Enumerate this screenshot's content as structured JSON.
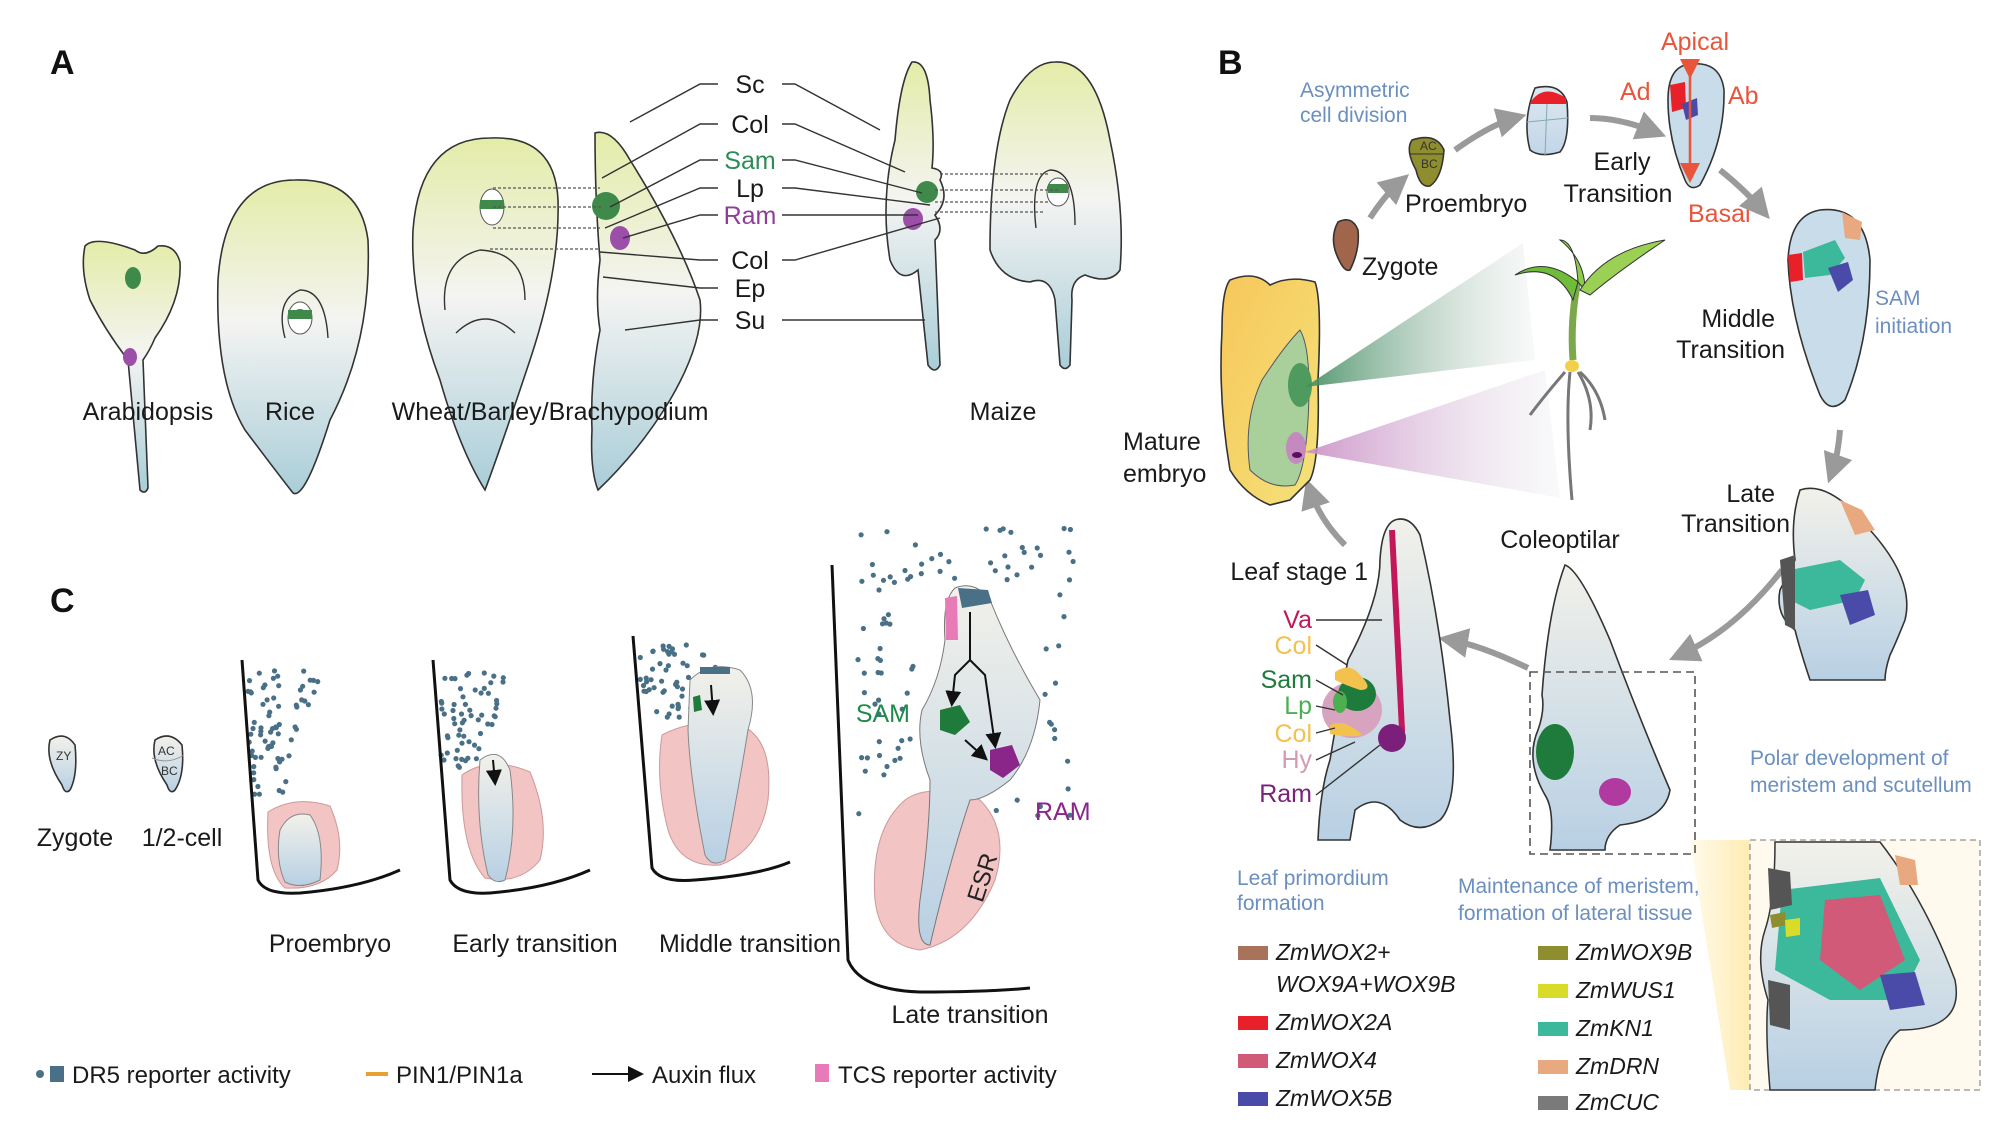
{
  "panels": {
    "a": {
      "letter": "A",
      "species": [
        "Arabidopsis",
        "Rice",
        "Wheat/Barley/Brachypodium",
        "Maize"
      ],
      "structure_labels": [
        {
          "text": "Sc",
          "color": "#1a1a1a"
        },
        {
          "text": "Col",
          "color": "#1a1a1a"
        },
        {
          "text": "Sam",
          "color": "#2e8b57"
        },
        {
          "text": "Lp",
          "color": "#1a1a1a"
        },
        {
          "text": "Ram",
          "color": "#8e3d9a"
        },
        {
          "text": "Col",
          "color": "#1a1a1a"
        },
        {
          "text": "Ep",
          "color": "#1a1a1a"
        },
        {
          "text": "Su",
          "color": "#1a1a1a"
        }
      ]
    },
    "b": {
      "letter": "B",
      "notes": {
        "asymmetric_1": "Asymmetric",
        "asymmetric_2": "cell division",
        "sam_init_1": "SAM",
        "sam_init_2": "initiation",
        "polar_1": "Polar development of",
        "polar_2": "meristem and scutellum",
        "maint_1": "Maintenance of meristem,",
        "maint_2": "formation of lateral tissue",
        "leafprim_1": "Leaf primordium",
        "leafprim_2": "formation"
      },
      "stages": {
        "zygote": "Zygote",
        "proembryo": "Proembryo",
        "early_1": "Early",
        "early_2": "Transition",
        "middle_1": "Middle",
        "middle_2": "Transition",
        "late_1": "Late",
        "late_2": "Transition",
        "coleoptilar": "Coleoptilar",
        "leaf_stage": "Leaf stage 1",
        "mature_1": "Mature",
        "mature_2": "embryo"
      },
      "axis_labels": {
        "apical": "Apical",
        "basal": "Basal",
        "ad": "Ad",
        "ab": "Ab",
        "axis_color": "#e8553a"
      },
      "cell_labels": {
        "ac": "AC",
        "bc": "BC"
      },
      "leaf_stage_labels": [
        {
          "text": "Va",
          "color": "#c2185b"
        },
        {
          "text": "Col",
          "color": "#f2c14e"
        },
        {
          "text": "Sam",
          "color": "#1e7b3c"
        },
        {
          "text": "Lp",
          "color": "#4caf50"
        },
        {
          "text": "Col",
          "color": "#f2c14e"
        },
        {
          "text": "Hy",
          "color": "#d49ab5"
        },
        {
          "text": "Ram",
          "color": "#7b1f7b"
        }
      ],
      "legend": [
        {
          "label": "ZmWOX2+",
          "label2": "WOX9A+WOX9B",
          "color": "#a8735a"
        },
        {
          "label": "ZmWOX2A",
          "color": "#e8202a"
        },
        {
          "label": "ZmWOX4",
          "color": "#d05a78"
        },
        {
          "label": "ZmWOX5B",
          "color": "#4a4aa8"
        },
        {
          "label": "ZmWOX9B",
          "color": "#8e8e2e"
        },
        {
          "label": "ZmWUS1",
          "color": "#d8dc28"
        },
        {
          "label": "ZmKN1",
          "color": "#3cb89a"
        },
        {
          "label": "ZmDRN",
          "color": "#e8a880"
        },
        {
          "label": "ZmCUC",
          "color": "#7a7a7a"
        }
      ]
    },
    "c": {
      "letter": "C",
      "small_labels": {
        "zy": "ZY",
        "ac": "AC",
        "bc": "BC"
      },
      "stages": [
        "Zygote",
        "1/2-cell",
        "Proembryo",
        "Early transition",
        "Middle transition",
        "Late transition"
      ],
      "annotations": {
        "sam": "SAM",
        "ram": "RAM",
        "esr": "ESR"
      },
      "legend": [
        {
          "label": "DR5 reporter activity",
          "color": "#4a7088"
        },
        {
          "label": "PIN1/PIN1a",
          "color": "#e8a030"
        },
        {
          "label": "Auxin flux",
          "color": "#111111"
        },
        {
          "label": "TCS reporter activity",
          "color": "#e87ab8"
        }
      ]
    }
  }
}
